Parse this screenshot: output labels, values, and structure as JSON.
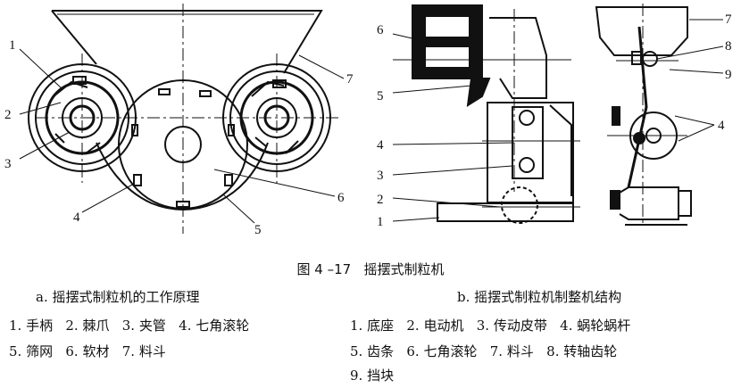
{
  "figure": {
    "caption_number": "图 4 –17",
    "caption_title": "摇摆式制粒机"
  },
  "left_diagram": {
    "subtitle": "a. 摇摆式制粒机的工作原理",
    "callouts": [
      "1",
      "2",
      "3",
      "4",
      "5",
      "6",
      "7"
    ],
    "legend_lines": [
      "1. 手柄   2. 棘爪   3. 夹管   4. 七角滚轮",
      "5. 筛网   6. 软材   7. 料斗"
    ]
  },
  "right_diagram": {
    "subtitle": "b. 摇摆式制粒机制整机结构",
    "callouts_side": [
      "6",
      "5",
      "4",
      "3",
      "2",
      "1"
    ],
    "callouts_front": [
      "7",
      "8",
      "9",
      "4"
    ],
    "legend_lines": [
      "1. 底座   2. 电动机   3. 传动皮带   4. 蜗轮蜗杆",
      "5. 齿条   6. 七角滚轮   7. 料斗   8. 转轴齿轮",
      "9. 挡块"
    ]
  }
}
